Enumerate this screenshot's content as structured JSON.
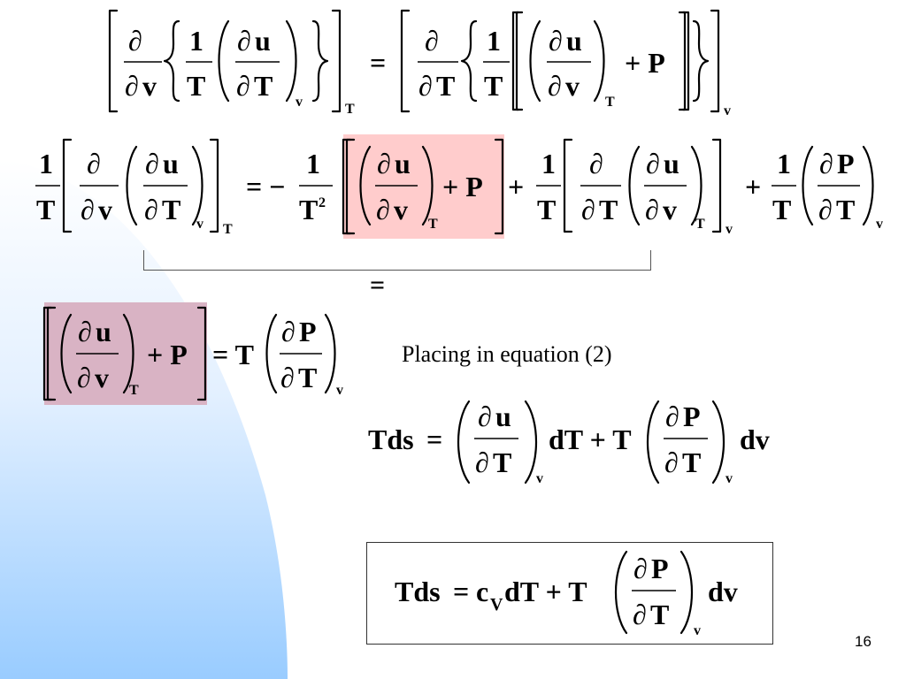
{
  "slide": {
    "caption": "Placing in equation (2)",
    "page_number": "16",
    "bracket_equals": "=",
    "colors": {
      "highlight_pink": "#ffcccc",
      "highlight_mauve": "#d9b3c4",
      "background_gradient_blue": "#99ccff"
    }
  },
  "equations": {
    "eq1": "[∂/∂v {1/T (∂u/∂T)_v}]_T = [∂/∂T {1/T [(∂u/∂v)_T + P]}]_v",
    "eq2": "1/T [∂/∂v (∂u/∂T)_v]_T = − 1/T² [(∂u/∂v)_T + P] + 1/T [∂/∂T (∂u/∂v)_T]_v + 1/T (∂P/∂T)_v",
    "eq3": "[(∂u/∂v)_T + P] = T (∂P/∂T)_v",
    "eq4": "Tds = (∂u/∂T)_v dT + T (∂P/∂T)_v dv",
    "eq5": "Tds = c_v dT + T (∂P/∂T)_v dv"
  }
}
